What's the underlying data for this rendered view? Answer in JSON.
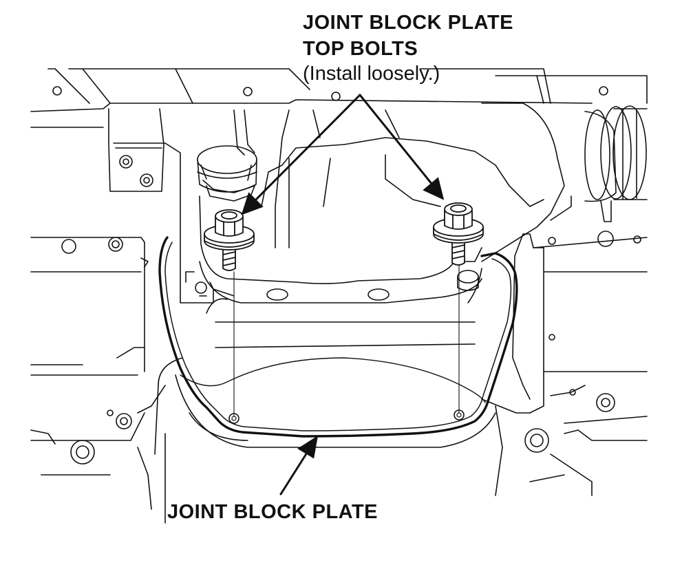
{
  "callouts": {
    "top": {
      "line1": "JOINT BLOCK PLATE",
      "line2": "TOP BOLTS",
      "line3": "(Install loosely.)"
    },
    "bottom": {
      "label": "JOINT BLOCK PLATE"
    }
  },
  "colors": {
    "line": "#111111",
    "background": "#ffffff"
  }
}
